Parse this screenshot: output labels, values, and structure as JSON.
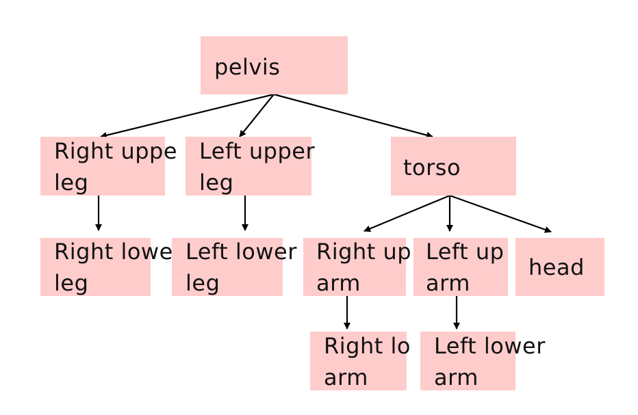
{
  "diagram": {
    "colors": {
      "node_fill": "#ffcccc",
      "edge": "#000000",
      "text": "#111111"
    },
    "nodes": [
      {
        "id": "pelvis",
        "label": "pelvis"
      },
      {
        "id": "right-upper-leg",
        "label": "Right uppe\nleg"
      },
      {
        "id": "left-upper-leg",
        "label": "Left upper\nleg"
      },
      {
        "id": "torso",
        "label": "torso"
      },
      {
        "id": "right-lower-leg",
        "label": "Right lowe\nleg"
      },
      {
        "id": "left-lower-leg",
        "label": "Left lower\nleg"
      },
      {
        "id": "right-upper-arm",
        "label": "Right up\narm"
      },
      {
        "id": "left-upper-arm",
        "label": "Left up\narm"
      },
      {
        "id": "head",
        "label": "head"
      },
      {
        "id": "right-lower-arm",
        "label": "Right lo\narm"
      },
      {
        "id": "left-lower-arm",
        "label": "Left lower\narm"
      }
    ],
    "edges": [
      {
        "from": "pelvis",
        "to": "right-upper-leg"
      },
      {
        "from": "pelvis",
        "to": "left-upper-leg"
      },
      {
        "from": "pelvis",
        "to": "torso"
      },
      {
        "from": "right-upper-leg",
        "to": "right-lower-leg"
      },
      {
        "from": "left-upper-leg",
        "to": "left-lower-leg"
      },
      {
        "from": "torso",
        "to": "right-upper-arm"
      },
      {
        "from": "torso",
        "to": "left-upper-arm"
      },
      {
        "from": "torso",
        "to": "head"
      },
      {
        "from": "right-upper-arm",
        "to": "right-lower-arm"
      },
      {
        "from": "left-upper-arm",
        "to": "left-lower-arm"
      }
    ]
  }
}
